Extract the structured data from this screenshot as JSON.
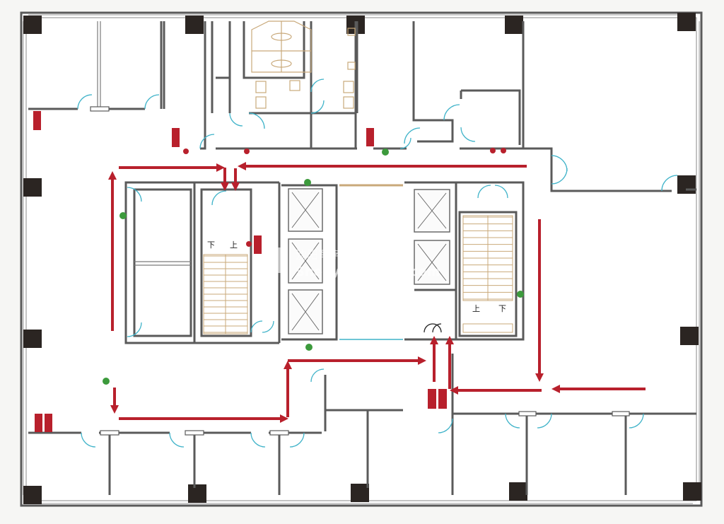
{
  "plan": {
    "stair_labels": {
      "left_down": "下",
      "left_up": "上",
      "right_up": "上",
      "right_down": "下"
    },
    "watermark": {
      "cn": "沈阳写字楼网",
      "en": "Shenyangoffice.com"
    },
    "colors": {
      "walls": "#5a5a5a",
      "columns": "#2b2522",
      "evacuation_route": "#b8202c",
      "extinguisher": "#b8202c",
      "hydrant_point": "#3c9a3c",
      "doors": "#3fb3c9",
      "stairs_and_fixtures": "#c9a97a"
    },
    "legend_elements": [
      "evacuation-arrow",
      "fire-extinguisher",
      "fire-hydrant",
      "elevator",
      "stairwell",
      "restroom"
    ]
  }
}
